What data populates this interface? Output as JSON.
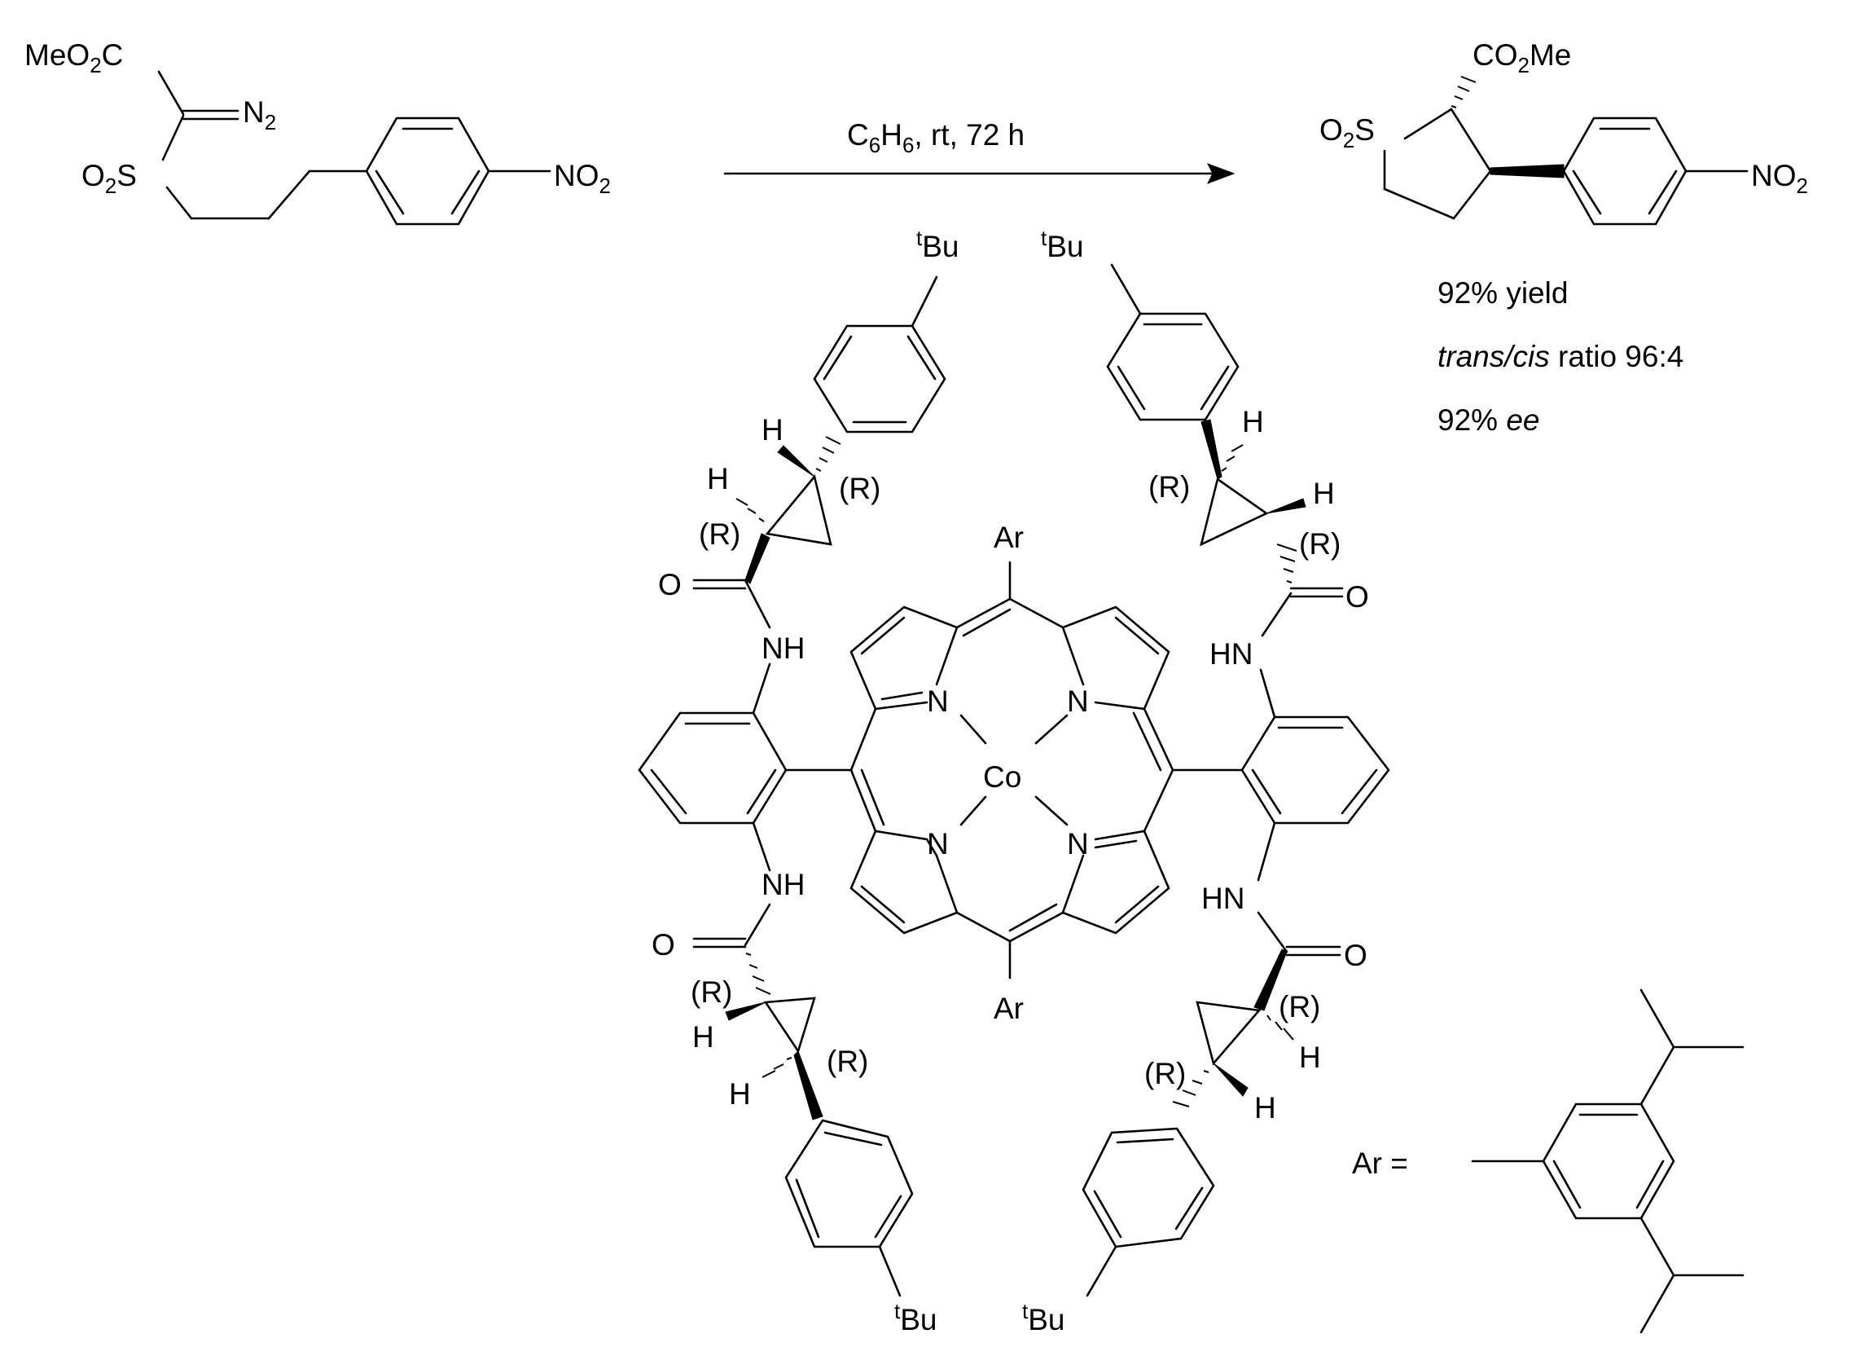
{
  "reaction": {
    "condition_pre": "C",
    "condition_sub1": "6",
    "condition_mid": "H",
    "condition_sub2": "6",
    "condition_post": ", rt, 72 h"
  },
  "substrate": {
    "ester_pre": "MeO",
    "ester_sub": "2",
    "ester_post": "C",
    "diazo": "N",
    "diazo_sub": "2",
    "sulfonyl_pre": "O",
    "sulfonyl_sub": "2",
    "sulfonyl_post": "S",
    "nitro_pre": "NO",
    "nitro_sub": "2"
  },
  "product": {
    "ester_pre": "CO",
    "ester_sub": "2",
    "ester_post": "Me",
    "sulfonyl_pre": "O",
    "sulfonyl_sub": "2",
    "sulfonyl_post": "S",
    "nitro_pre": "NO",
    "nitro_sub": "2"
  },
  "results": {
    "yield": "92% yield",
    "ratio_italic": "trans/cis",
    "ratio_rest": " ratio 96:4",
    "ee_num": "92% ",
    "ee_italic": "ee"
  },
  "catalyst": {
    "metal": "Co",
    "nitrogen": "N",
    "aryl": "Ar",
    "amide_nh": "NH",
    "amide_hn": "HN",
    "oxygen": "O",
    "hydrogen": "H",
    "stereo": "(R)",
    "tbu_sup": "t",
    "tbu_base": "Bu"
  },
  "ar_definition": {
    "label": "Ar ="
  }
}
